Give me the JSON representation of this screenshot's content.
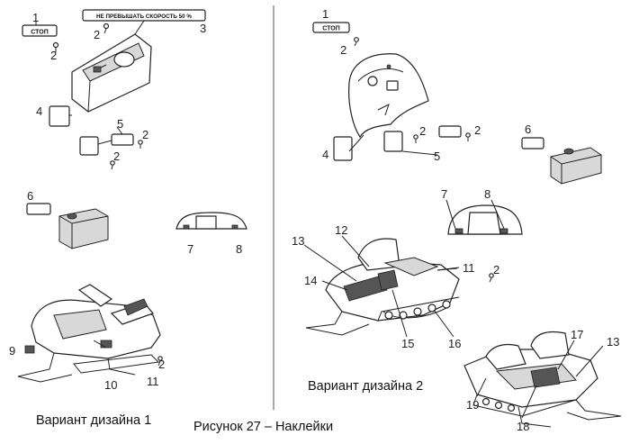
{
  "caption": "Рисунок 27 – Наклейки",
  "variant1": {
    "title": "Вариант дизайна 1",
    "sticker_stop": "СТОП",
    "sticker_speed": "НЕ ПРЕВЫШАТЬ СКОРОСТЬ 50 %",
    "callouts": [
      "1",
      "2",
      "2",
      "3",
      "4",
      "5",
      "2",
      "2",
      "6",
      "7",
      "8",
      "9",
      "10",
      "11",
      "2"
    ]
  },
  "variant2": {
    "title": "Вариант дизайна 2",
    "sticker_stop": "СТОП",
    "callouts": [
      "1",
      "2",
      "4",
      "2",
      "5",
      "2",
      "6",
      "7",
      "8",
      "13",
      "12",
      "11",
      "14",
      "2",
      "15",
      "16",
      "17",
      "13",
      "19",
      "18"
    ]
  }
}
